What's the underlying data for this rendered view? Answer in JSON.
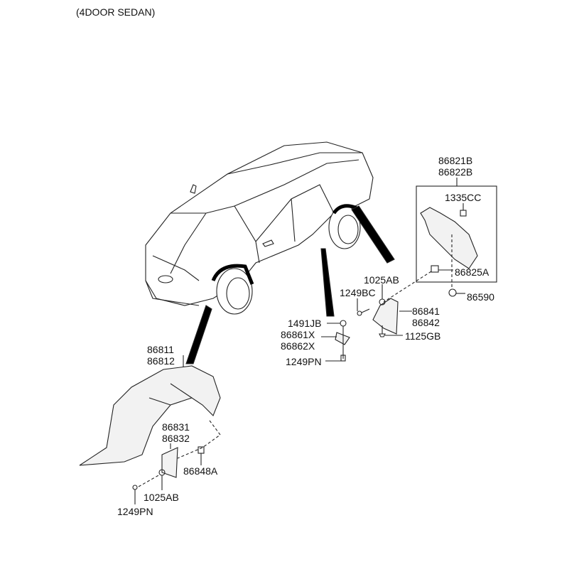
{
  "header": {
    "title": "(4DOOR SEDAN)"
  },
  "parts": {
    "rear_guard_a": "86821B",
    "rear_guard_b": "86822B",
    "rear_clip": "1335CC",
    "rear_fastener": "86825A",
    "rear_nut": "86590",
    "rear_washer": "1025AB",
    "rear_screw": "1249BC",
    "rear_mudflap_a": "86841",
    "rear_mudflap_b": "86842",
    "side_clip": "1491JB",
    "side_bracket_a": "86861X",
    "side_bracket_b": "86862X",
    "rear_bolt": "1125GB",
    "side_screw": "1249PN",
    "front_guard_a": "86811",
    "front_guard_b": "86812",
    "front_mudflap_a": "86831",
    "front_mudflap_b": "86832",
    "front_fastener": "86848A",
    "front_washer": "1025AB",
    "front_screw": "1249PN"
  }
}
